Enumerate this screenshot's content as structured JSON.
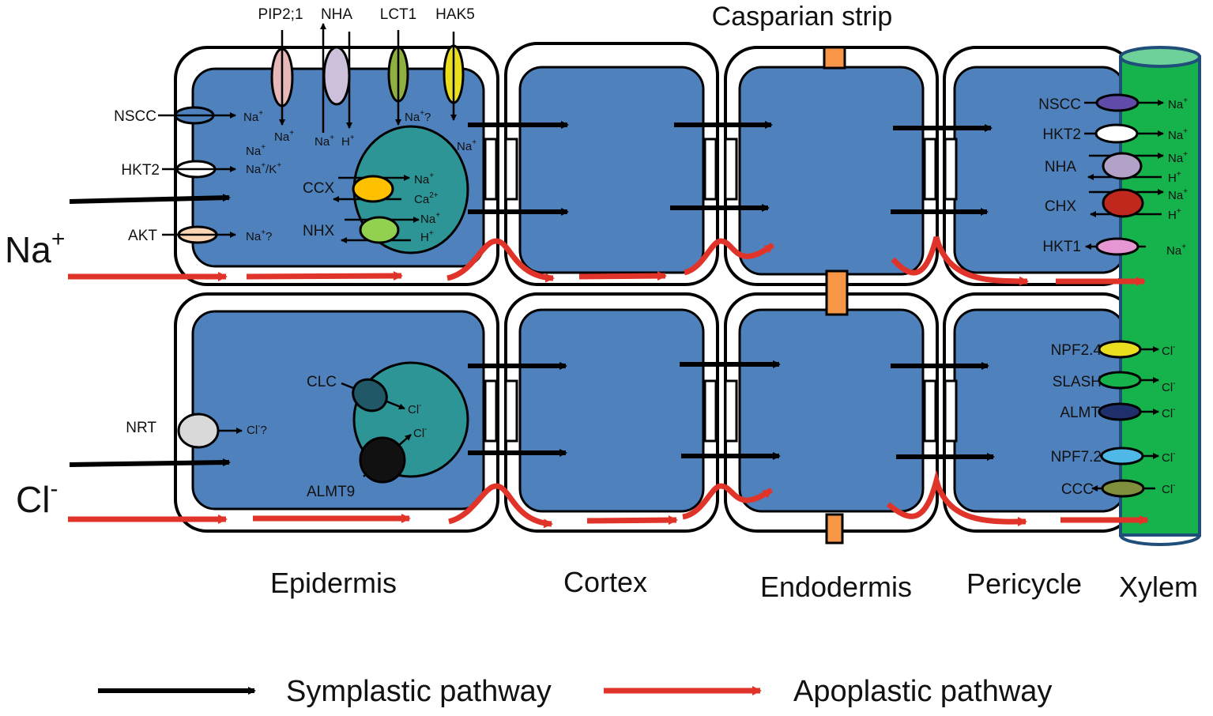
{
  "caption": {
    "casparian_strip": "Casparian strip"
  },
  "ions": {
    "na": "Na",
    "na_sup": "+",
    "cl": "Cl",
    "cl_sup": "-"
  },
  "regions": [
    "Epidermis",
    "Cortex",
    "Endodermis",
    "Pericycle",
    "Xylem"
  ],
  "legend": {
    "symplastic": "Symplastic pathway",
    "apoplastic": "Apoplastic pathway",
    "symplastic_color": "#000000",
    "apoplastic_color": "#e0342a"
  },
  "colors": {
    "cell_fill": "#4f81bd",
    "vacuole_fill": "#2e9597",
    "xylem_fill": "#16b24b",
    "xylem_top": "#6fd19a",
    "casparian_fill": "#f79646"
  },
  "epidermis_top": {
    "top_transporters": [
      {
        "name": "PIP2;1",
        "color": "#e6b9b8"
      },
      {
        "name": "NHA",
        "color": "#ccc0da"
      },
      {
        "name": "LCT1",
        "color": "#8db03f"
      },
      {
        "name": "HAK5",
        "color": "#e9df1f"
      }
    ],
    "top_labels": {
      "pip_na": "Na",
      "nha_na": "Na",
      "nha_h": "H",
      "lct_na": "Na",
      "lct_q": "?",
      "hak_na": "Na"
    },
    "left_transporters": [
      {
        "name": "NSCC",
        "color": "#4f81bd",
        "ion": "Na",
        "ion_sup": "+",
        "suffix": ""
      },
      {
        "name": "HKT2",
        "color": "#ffffff",
        "ion": "Na",
        "ion_sup": "+",
        "suffix": "/K"
      },
      {
        "name": "AKT",
        "color": "#fcd5b5",
        "ion": "Na",
        "ion_sup": "+",
        "suffix": "?"
      }
    ],
    "hkt2_extra_na": "Na",
    "vacuole": [
      {
        "name": "CCX",
        "color": "#ffc000",
        "out1": "Na",
        "out2": "Ca",
        "out2_sup": "2+"
      },
      {
        "name": "NHX",
        "color": "#92d050",
        "out1": "Na",
        "out2": "H",
        "out2_sup": "+"
      }
    ]
  },
  "epidermis_bottom": {
    "nrt": {
      "name": "NRT",
      "color": "#d9d9d9",
      "ion": "Cl",
      "ion_sup": "-",
      "suffix": "?"
    },
    "clc": {
      "name": "CLC",
      "color": "#215868",
      "ion": "Cl",
      "ion_sup": "-"
    },
    "almt9": {
      "name": "ALMT9",
      "color": "#111111",
      "ion": "Cl",
      "ion_sup": "-"
    }
  },
  "pericycle_top": [
    {
      "name": "NSCC",
      "color": "#604ca8",
      "right1": "Na",
      "right1_sup": "+",
      "right2": "",
      "right2_sup": ""
    },
    {
      "name": "HKT2",
      "color": "#ffffff",
      "right1": "Na",
      "right1_sup": "+",
      "right2": "",
      "right2_sup": ""
    },
    {
      "name": "NHA",
      "color": "#b3a2c7",
      "right1": "Na",
      "right1_sup": "+",
      "right2": "H",
      "right2_sup": "+"
    },
    {
      "name": "CHX",
      "color": "#c0281d",
      "right1": "Na",
      "right1_sup": "+",
      "right2": "H",
      "right2_sup": "+"
    },
    {
      "name": "HKT1",
      "color": "#e696d2",
      "right1": "Na",
      "right1_sup": "+",
      "right2": "",
      "right2_sup": ""
    }
  ],
  "pericycle_bottom": [
    {
      "name": "NPF2.4",
      "color": "#e9df1f",
      "ion": "Cl",
      "ion_sup": "-"
    },
    {
      "name": "SLASH",
      "color": "#16b24b",
      "ion": "Cl",
      "ion_sup": "-"
    },
    {
      "name": "ALMT",
      "color": "#1f2f6b",
      "ion": "Cl",
      "ion_sup": "-"
    },
    {
      "name": "NPF7.2",
      "color": "#4fb8e6",
      "ion": "Cl",
      "ion_sup": "-"
    },
    {
      "name": "CCC",
      "color": "#7f8f3b",
      "ion": "Cl",
      "ion_sup": "-"
    }
  ]
}
